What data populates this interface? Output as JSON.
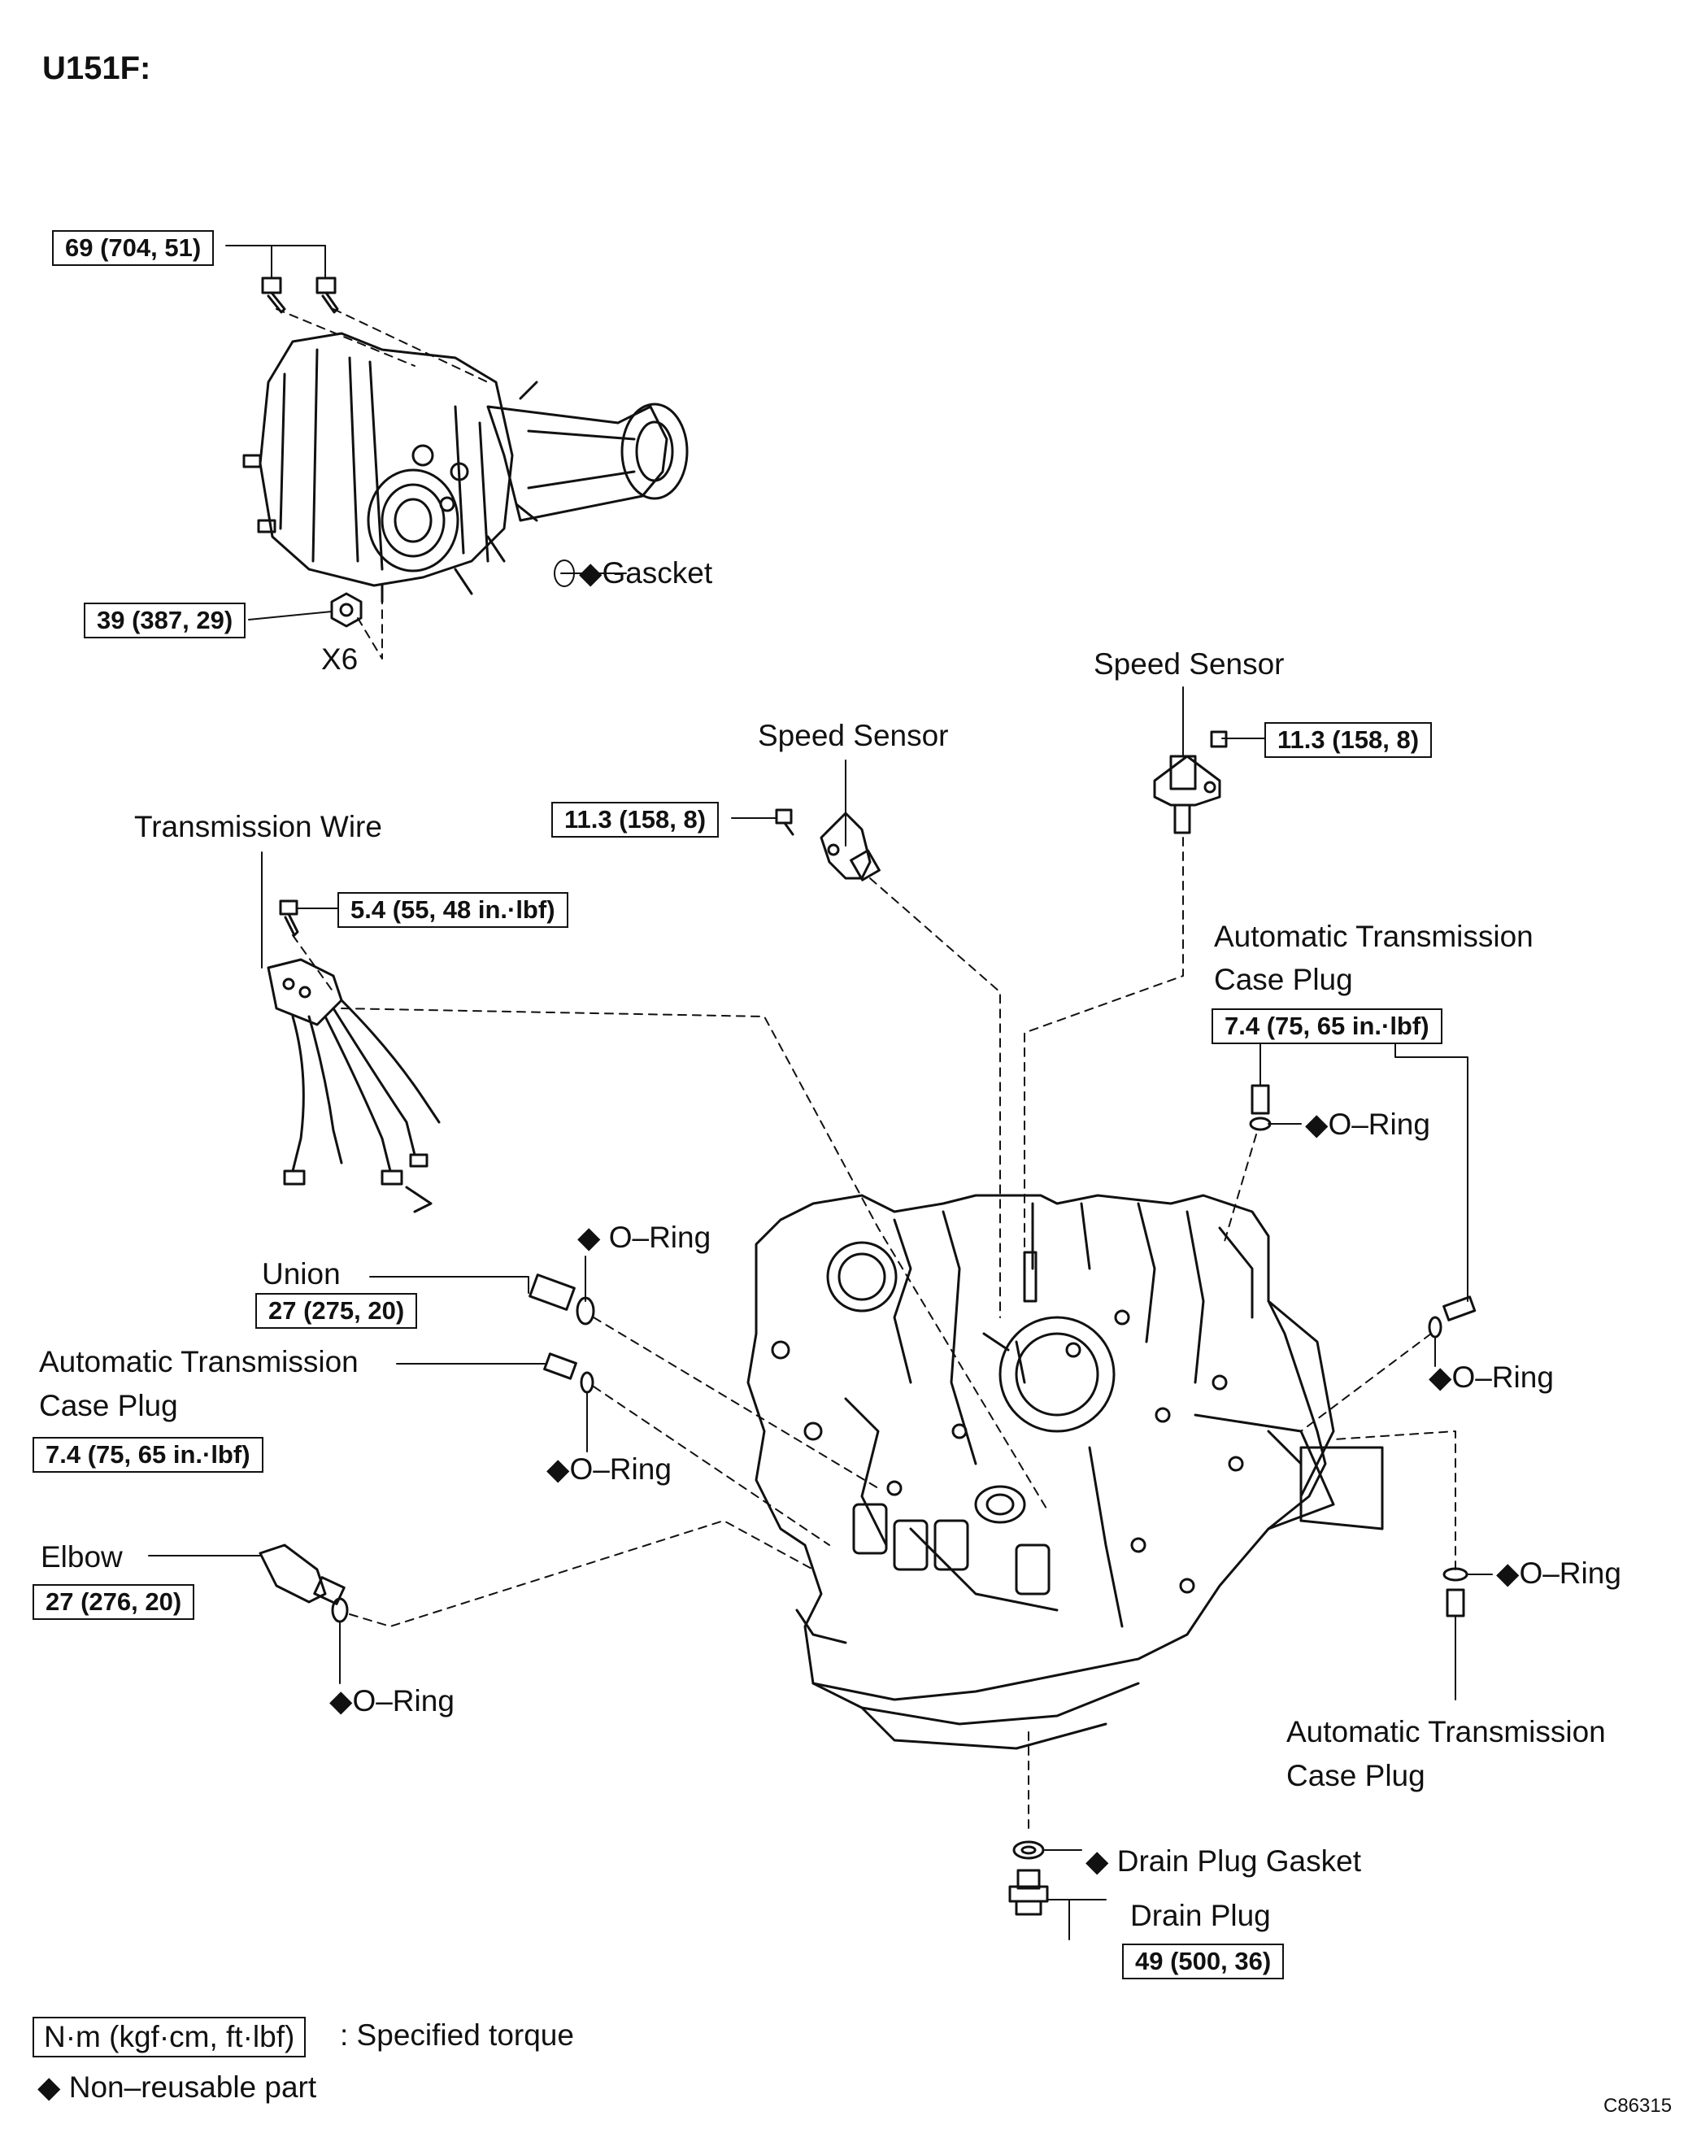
{
  "title": "U151F:",
  "labels": {
    "gasket": "◆Gascket",
    "x6": "X6",
    "speed_sensor_right": "Speed Sensor",
    "speed_sensor_mid": "Speed Sensor",
    "transmission_wire": "Transmission Wire",
    "atcp_right_1": "Automatic Transmission",
    "atcp_right_2": "Case Plug",
    "oring_upper_right": "◆O–Ring",
    "oring_union": "◆ O–Ring",
    "union": "Union",
    "atcp_left_1": "Automatic Transmission",
    "atcp_left_2": "Case Plug",
    "oring_right_mid": "◆O–Ring",
    "oring_left_plug": "◆O–Ring",
    "elbow": "Elbow",
    "oring_right_low": "◆O–Ring",
    "oring_elbow": "◆O–Ring",
    "atcp_bottom_1": "Automatic Transmission",
    "atcp_bottom_2": "Case Plug",
    "drain_gasket": "◆  Drain Plug Gasket",
    "drain_plug": "Drain Plug"
  },
  "torque": {
    "transfer_bolts": "69 (704, 51)",
    "transfer_nuts": "39 (387, 29)",
    "speed_sensor_right": "11.3 (158, 8)",
    "speed_sensor_mid": "11.3 (158, 8)",
    "transmission_wire": "5.4 (55, 48 in.·lbf)",
    "atcp_right": "7.4 (75, 65 in.·lbf)",
    "union": "27 (275, 20)",
    "atcp_left": "7.4 (75, 65 in.·lbf)",
    "elbow": "27 (276, 20)",
    "drain_plug": "49 (500, 36)"
  },
  "legend": {
    "torque_unit": "N·m (kgf·cm, ft·lbf)",
    "torque_desc": ": Specified torque",
    "non_reusable": "◆ Non–reusable part"
  },
  "figure_code": "C86315"
}
